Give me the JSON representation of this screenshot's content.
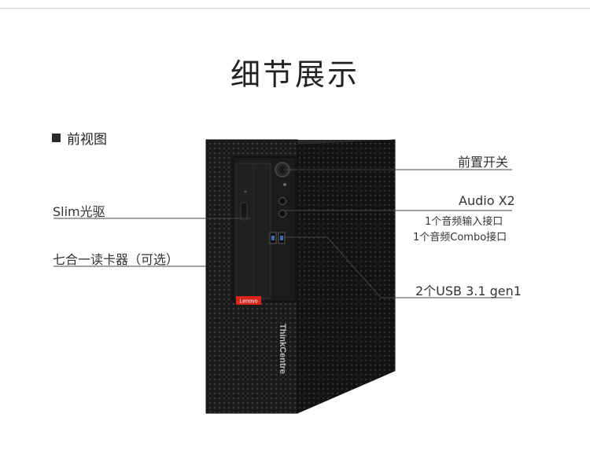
{
  "title": "细节展示",
  "section": "前视图",
  "labels": {
    "slim_drive": "Slim光驱",
    "card_reader": "七合一读卡器（可选）",
    "power": "前置开关",
    "audio": "Audio X2",
    "audio_in": "1个音频输入接口",
    "audio_combo": "1个音频Combo接口",
    "usb": "2个USB 3.1 gen1"
  },
  "brand": {
    "logo": "Lenovo",
    "side_text": "ThinkCentre",
    "accent": "#d9261c"
  }
}
